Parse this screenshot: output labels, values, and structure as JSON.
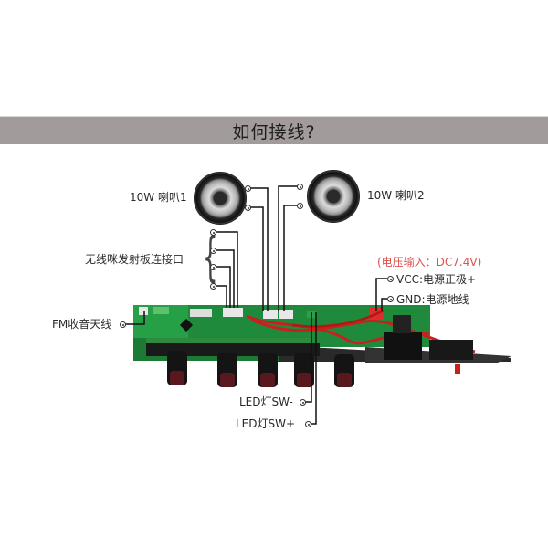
{
  "banner": {
    "title": "如何接线?"
  },
  "speakers": [
    {
      "label": "10W 喇叭1"
    },
    {
      "label": "10W 喇叭2"
    }
  ],
  "labels": {
    "wireless_mic": "无线咪发射板连接口",
    "fm_antenna": "FM收音天线",
    "power_input_note": "(电压输入：DC7.4V)",
    "vcc": "VCC:电源正极+",
    "gnd": "GND:电源地线-",
    "led_sw_minus": "LED灯SW-",
    "led_sw_plus": "LED灯SW+"
  },
  "colors": {
    "banner_bg": "#a19b9b",
    "power_note": "#d9534f",
    "pcb_green": "#1f8a3c",
    "wire_red": "#c8201c",
    "knob_red": "#7a1c22"
  }
}
